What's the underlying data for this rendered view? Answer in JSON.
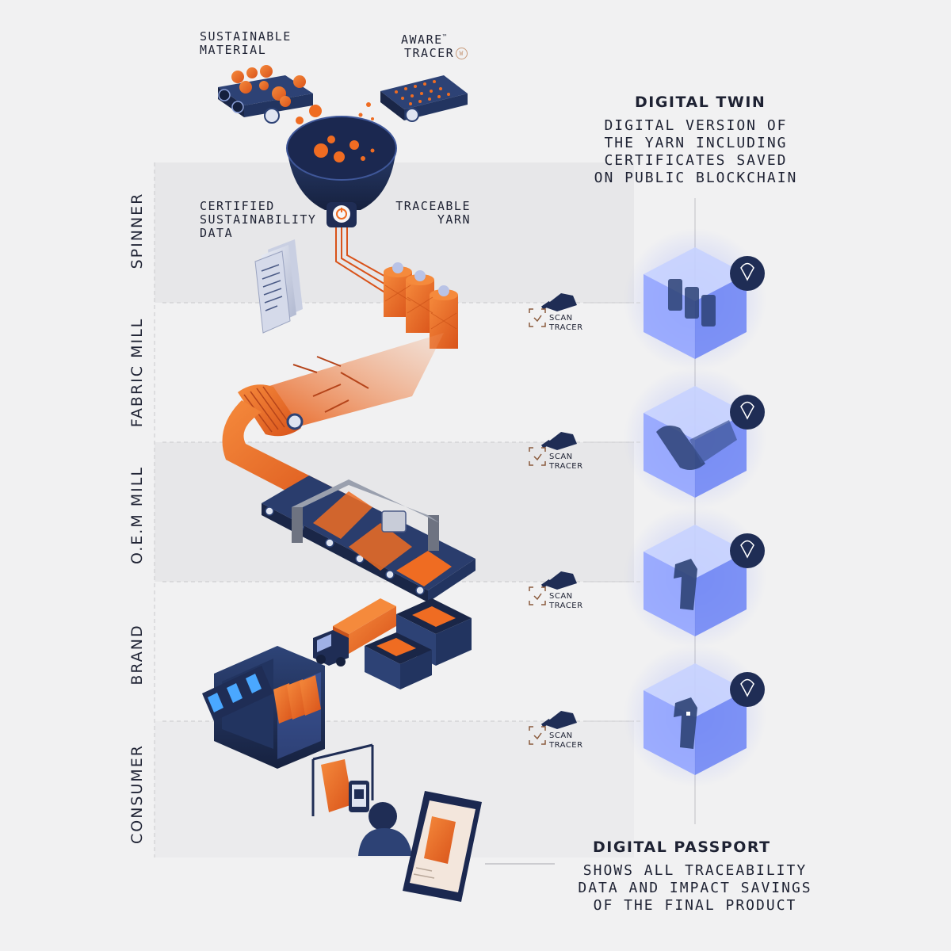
{
  "stages": [
    "SPINNER",
    "FABRIC MILL",
    "O.E.M MILL",
    "BRAND",
    "CONSUMER"
  ],
  "inputs": {
    "material": [
      "SUSTAINABLE",
      "MATERIAL"
    ],
    "tracer": [
      "AWARE",
      "TRACER"
    ],
    "tm": "™",
    "tracer_badge": "W"
  },
  "funnel_labels": {
    "certified": [
      "CERTIFIED",
      "SUSTAINABILITY",
      "DATA"
    ],
    "yarn": [
      "TRACEABLE",
      "YARN"
    ]
  },
  "digital_twin": {
    "title": "DIGITAL TWIN",
    "description": [
      "DIGITAL VERSION OF",
      "THE YARN INCLUDING",
      "CERTIFICATES SAVED",
      "ON PUBLIC BLOCKCHAIN"
    ]
  },
  "scan": {
    "line1": "SCAN",
    "line2": "TRACER"
  },
  "digital_passport": {
    "title": "DIGITAL PASSPORT",
    "description": [
      "SHOWS ALL TRACEABILITY",
      "DATA AND IMPACT SAVINGS",
      "OF THE FINAL PRODUCT"
    ]
  },
  "colors": {
    "orange": "#ef6c22",
    "navy": "#1f2d55",
    "blue_cube": "#6f86ff",
    "band": "#e6e6e8",
    "scan_brown": "#8a5a3c"
  }
}
